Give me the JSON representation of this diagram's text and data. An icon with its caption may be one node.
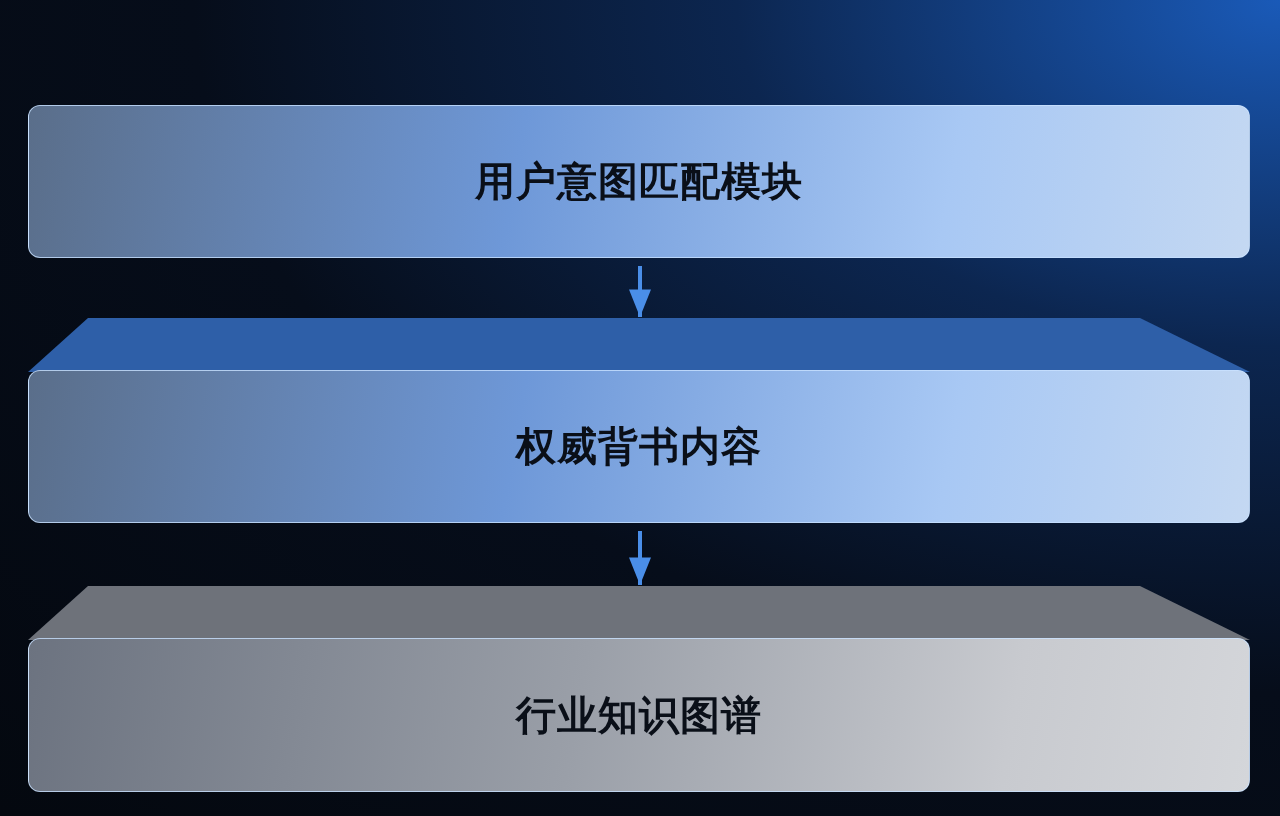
{
  "diagram": {
    "nodes": [
      {
        "text": [
          "用户意图匹配模块"
        ]
      },
      {
        "text": [
          "权威背书内容"
        ]
      },
      {
        "text": [
          "行业知识图谱"
        ]
      }
    ],
    "edges": [
      {
        "from": 0,
        "to": 1,
        "arrow": "to"
      },
      {
        "from": 1,
        "to": 2,
        "arrow": "to"
      }
    ]
  }
}
